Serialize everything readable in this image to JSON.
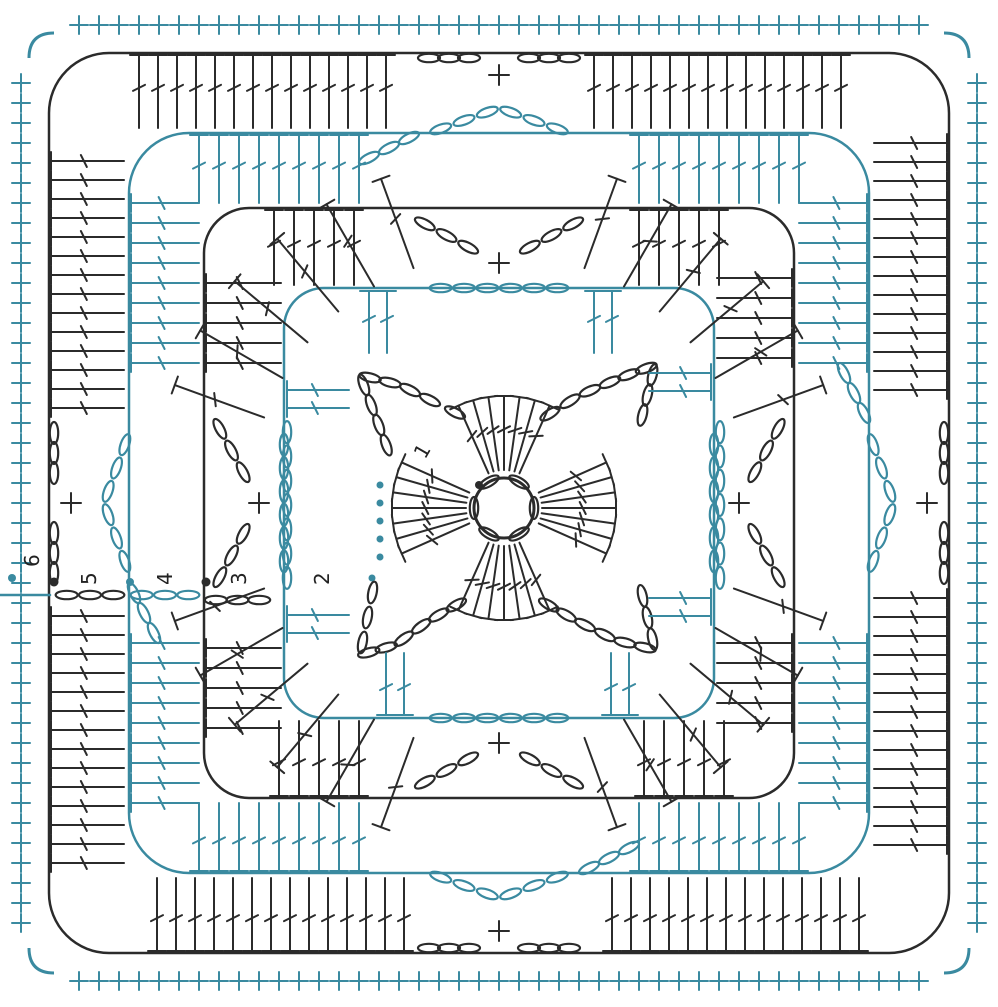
{
  "diagram": {
    "type": "crochet-granny-square-chart",
    "round_labels": [
      "1",
      "2",
      "3",
      "4",
      "5",
      "6"
    ],
    "colors": {
      "dark": "#2b2b2b",
      "teal": "#3a8aa0",
      "background": "#ffffff"
    },
    "rounds": [
      {
        "label": "1",
        "color": "dark",
        "stitch": "double-crochet",
        "petals": 4
      },
      {
        "label": "2",
        "color": "teal",
        "stitch": "double-crochet"
      },
      {
        "label": "3",
        "color": "dark",
        "stitch": "double-crochet"
      },
      {
        "label": "4",
        "color": "teal",
        "stitch": "double-crochet"
      },
      {
        "label": "5",
        "color": "dark",
        "stitch": "double-crochet"
      },
      {
        "label": "6",
        "color": "teal",
        "stitch": "single-crochet"
      }
    ]
  }
}
